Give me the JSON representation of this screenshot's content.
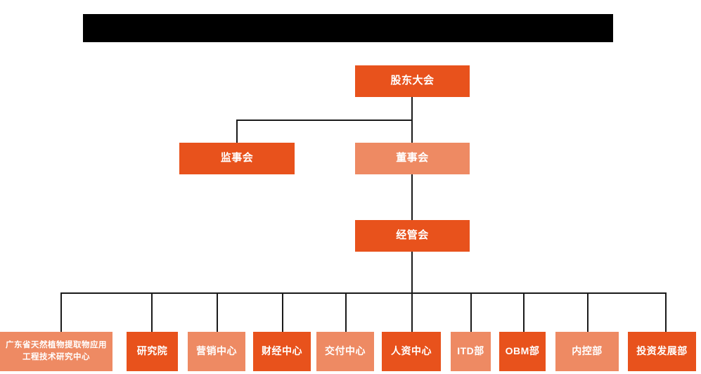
{
  "banner": {
    "label": "",
    "color": "#000000"
  },
  "colors": {
    "dark_orange": "#E8521C",
    "light_orange": "#EE8A63",
    "line": "#1a1a1a",
    "text": "#ffffff",
    "background": "#ffffff"
  },
  "chart": {
    "type": "org-chart",
    "levels": [
      {
        "level": 1,
        "nodes": [
          {
            "id": "shareholders",
            "label": "股东大会",
            "shade": "dark"
          }
        ]
      },
      {
        "level": 2,
        "nodes": [
          {
            "id": "supervisors",
            "label": "监事会",
            "shade": "dark"
          },
          {
            "id": "directors",
            "label": "董事会",
            "shade": "light"
          }
        ]
      },
      {
        "level": 3,
        "nodes": [
          {
            "id": "management-committee",
            "label": "经管会",
            "shade": "dark"
          }
        ]
      },
      {
        "level": 4,
        "nodes": [
          {
            "id": "research-center-gd",
            "label": "广东省天然植物提取物应用工程技术研究中心",
            "shade": "light"
          },
          {
            "id": "research-institute",
            "label": "研究院",
            "shade": "dark"
          },
          {
            "id": "marketing-center",
            "label": "营销中心",
            "shade": "light"
          },
          {
            "id": "finance-center",
            "label": "财经中心",
            "shade": "dark"
          },
          {
            "id": "delivery-center",
            "label": "交付中心",
            "shade": "light"
          },
          {
            "id": "hr-center",
            "label": "人资中心",
            "shade": "dark"
          },
          {
            "id": "itd-department",
            "label": "ITD部",
            "shade": "light"
          },
          {
            "id": "obm-department",
            "label": "OBM部",
            "shade": "dark"
          },
          {
            "id": "internal-control-department",
            "label": "内控部",
            "shade": "light"
          },
          {
            "id": "investment-development-department",
            "label": "投资发展部",
            "shade": "dark"
          }
        ]
      }
    ]
  }
}
